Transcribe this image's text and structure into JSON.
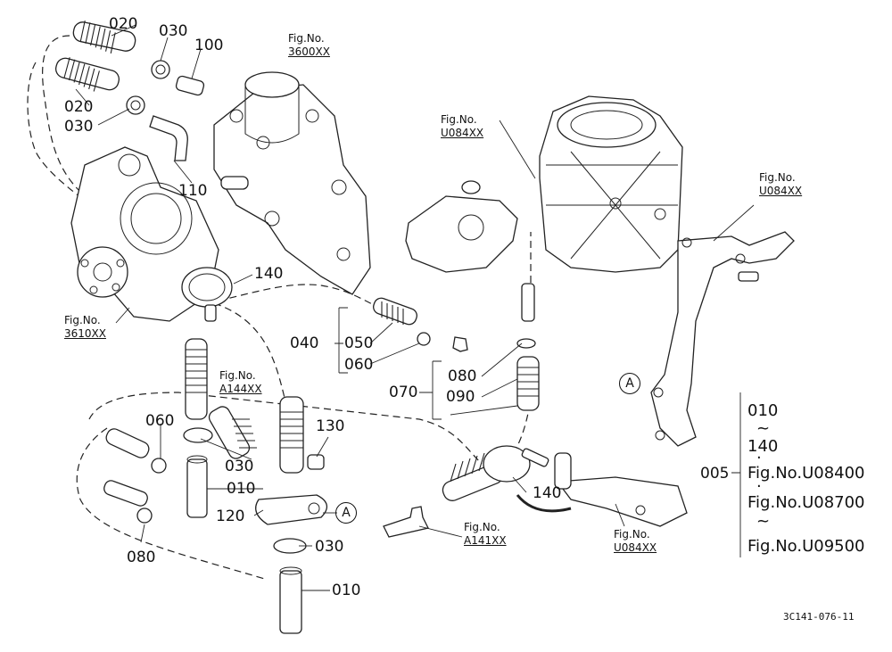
{
  "diagram": {
    "part_labels": {
      "p020_top": "020",
      "p030_top": "030",
      "p100": "100",
      "p020_mid": "020",
      "p030_mid": "030",
      "p110": "110",
      "p140_top": "140",
      "p040": "040",
      "p050": "050",
      "p060_mid": "060",
      "p080_mid": "080",
      "p070": "070",
      "p090": "090",
      "p060_low": "060",
      "p030_low": "030",
      "p010_a": "010",
      "p130": "130",
      "p120": "120",
      "p080_low": "080",
      "p030_bot": "030",
      "p010_b": "010",
      "p140_bot": "140",
      "p005": "005"
    },
    "figure_refs": {
      "f3600": {
        "prefix": "Fig.No.",
        "code": "3600XX"
      },
      "fu084_a": {
        "prefix": "Fig.No.",
        "code": "U084XX"
      },
      "fu084_b": {
        "prefix": "Fig.No.",
        "code": "U084XX"
      },
      "f3610": {
        "prefix": "Fig.No.",
        "code": "3610XX"
      },
      "fa144": {
        "prefix": "Fig.No.",
        "code": "A144XX"
      },
      "fa141": {
        "prefix": "Fig.No.",
        "code": "A141XX"
      },
      "fu084_c": {
        "prefix": "Fig.No.",
        "code": "U084XX"
      }
    },
    "circle_marker": "A",
    "legend": {
      "range_start": "010",
      "tilde1": "~",
      "range_end": "140",
      "dot": "·",
      "fig1": "Fig.No.U08400",
      "dot2": "·",
      "fig2": "Fig.No.U08700",
      "tilde2": "~",
      "fig3": "Fig.No.U09500"
    },
    "drawing_code": "3C141-076-11"
  }
}
